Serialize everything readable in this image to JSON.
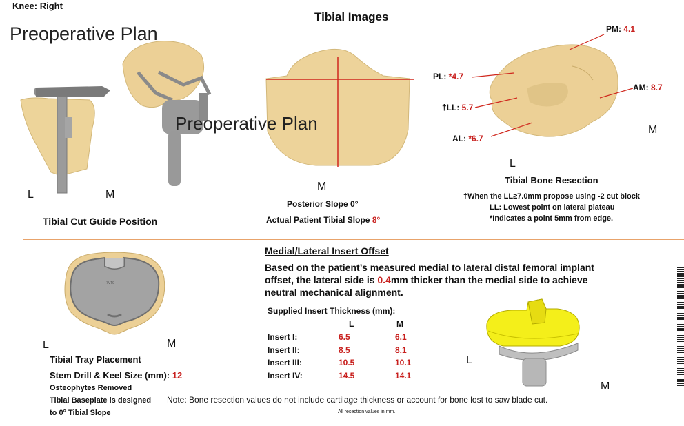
{
  "header": {
    "knee": "Knee: Right",
    "watermark": "Preoperative Plan",
    "tibial_images_title": "Tibial Images"
  },
  "cut_guide": {
    "label_l": "L",
    "label_m": "M",
    "caption": "Tibial Cut Guide Position"
  },
  "overlay_watermark": "Preoperative Plan",
  "slope": {
    "label_m": "M",
    "posterior_slope": "Posterior Slope 0°",
    "actual_prefix": "Actual Patient Tibial Slope ",
    "actual_value": "8°"
  },
  "resection": {
    "pm_label": "PM: ",
    "pm_value": "4.1",
    "pl_label": "PL: ",
    "pl_value": "*4.7",
    "am_label": "AM: ",
    "am_value": "8.7",
    "ll_label": "†LL: ",
    "ll_value": "5.7",
    "al_label": "AL: ",
    "al_value": "*6.7",
    "label_m": "M",
    "label_l": "L",
    "title": "Tibial Bone Resection",
    "note1": "†When the LL≥7.0mm propose using -2 cut block",
    "note2": "LL: Lowest point on lateral plateau",
    "note3": "*Indicates a point 5mm from edge."
  },
  "tray": {
    "label_l": "L",
    "label_m": "M",
    "placement": "Tibial Tray Placement",
    "stem_prefix": "Stem Drill & Keel Size (mm): ",
    "stem_value": "12",
    "osteophytes": "Osteophytes Removed",
    "baseplate_line1": "Tibial Baseplate is designed",
    "baseplate_line2": "to 0° Tibial Slope",
    "tray_engraving": "7VT9"
  },
  "offset": {
    "title": "Medial/Lateral Insert Offset",
    "desc_line1": "Based on the patient’s measured medial to lateral distal femoral implant",
    "desc_line2_prefix": "offset, the lateral side is ",
    "desc_line2_value": "0.4",
    "desc_line2_suffix": "mm thicker than the medial side to achieve",
    "desc_line3": "neutral mechanical alignment."
  },
  "thickness": {
    "title": "Supplied Insert Thickness (mm):",
    "col_l": "L",
    "col_m": "M",
    "rows": [
      {
        "label": "Insert I:",
        "l": "6.5",
        "m": "6.1"
      },
      {
        "label": "Insert II:",
        "l": "8.5",
        "m": "8.1"
      },
      {
        "label": "Insert III:",
        "l": "10.5",
        "m": "10.1"
      },
      {
        "label": "Insert IV:",
        "l": "14.5",
        "m": "14.1"
      }
    ]
  },
  "implant": {
    "label_l": "L",
    "label_m": "M"
  },
  "footer": {
    "note": "Note: Bone resection values do not include cartilage thickness or account for bone lost to saw blade cut.",
    "units": "All resection values in mm."
  }
}
